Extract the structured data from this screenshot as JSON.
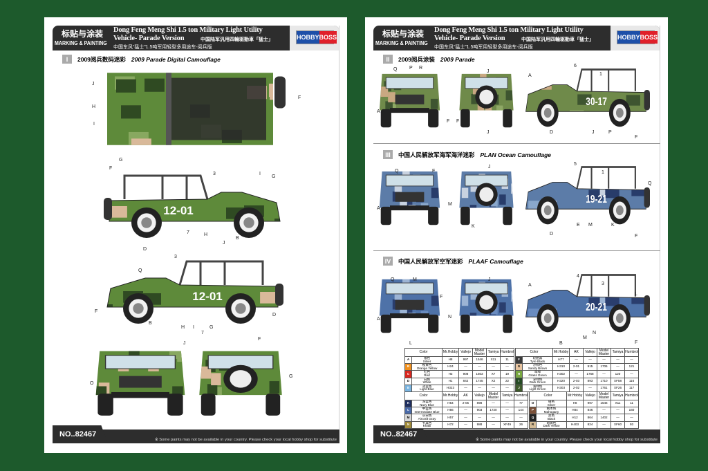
{
  "header": {
    "cn_title": "标贴与涂装",
    "marking": "MARKING & PAINTING",
    "title_line1": "Dong Feng Meng Shi 1.5 ton Military Light Utility",
    "title_line2": "Vehicle- Parade Version",
    "cn_sub1": "中国陆军汎用四輪驱動車「猛士」",
    "cn_sub2": "中国东风“猛士”1.5吨军用轻型多用途车-阅兵版",
    "logo_hobby": "HOBBY",
    "logo_boss": "BOSS"
  },
  "footer": {
    "number": "NO..82467",
    "note": "※ Some paints may not be available in your country. Please check your local hobby shop for substitute"
  },
  "sections": [
    {
      "num": "I",
      "cn": "2009阅兵数码迷彩",
      "en": "2009 Parade Digital Camouflage"
    },
    {
      "num": "II",
      "cn": "2009阅兵涂装",
      "en": "2009 Parade"
    },
    {
      "num": "III",
      "cn": "中国人民解放军海军海洋迷彩",
      "en": "PLAN Ocean Camouflage"
    },
    {
      "num": "IV",
      "cn": "中国人民解放军空军迷彩",
      "en": "PLAAF Camouflage"
    }
  ],
  "vehicles": {
    "digital": {
      "number": "12-01",
      "colors": [
        "#5e8a3a",
        "#2f4a22",
        "#d9b99a",
        "#88a860"
      ],
      "callouts": [
        "J",
        "H",
        "I",
        "G",
        "F",
        "F",
        "3",
        "I",
        "G",
        "D",
        "7",
        "H",
        "B",
        "J",
        "Q",
        "3",
        "F",
        "B",
        "H",
        "I",
        "7",
        "G",
        "D",
        "J",
        "F",
        "O",
        "G"
      ]
    },
    "parade": {
      "number": "30-17",
      "colors": [
        "#6f8a4a",
        "#3e5530",
        "#c9a882",
        "#8fa866"
      ],
      "callouts": [
        "Q",
        "P",
        "R",
        "A",
        "J",
        "F",
        "J",
        "F",
        "A",
        "6",
        "1",
        "F",
        "D",
        "J",
        "P"
      ]
    },
    "ocean": {
      "number": "19-21",
      "colors": [
        "#5c7ca8",
        "#283c6a",
        "#c8d2e0",
        "#8aa8cc"
      ],
      "callouts": [
        "Q",
        "F",
        "J",
        "5",
        "1",
        "Q",
        "A",
        "M",
        "K",
        "D",
        "E",
        "M",
        "K",
        "F"
      ]
    },
    "plaaf": {
      "number": "20-21",
      "colors": [
        "#4e72a8",
        "#2a3e6e",
        "#9cb4d4",
        "#6a8cc0"
      ],
      "callouts": [
        "Q",
        "M",
        "J",
        "F",
        "A",
        "4",
        "3",
        "L",
        "A",
        "N",
        "L",
        "B",
        "M",
        "N",
        "F"
      ]
    }
  },
  "paint_table": {
    "headers": [
      "Color",
      "Mr.Hobby",
      "AK",
      "Vallejo",
      "Model Master",
      "Tamiya",
      "Humbrol"
    ],
    "top_left": [
      {
        "code": "A",
        "cn": "银色",
        "en": "Silver",
        "swatch": "#ffffff",
        "mrh": "H8",
        "vallejo": "997",
        "mm": "1546",
        "tamiya": "X11",
        "humbrol": "11"
      },
      {
        "code": "B",
        "cn": "橙黄色",
        "en": "Orange Yellow",
        "swatch": "#f0901e",
        "mrh": "H24",
        "vallejo": "—",
        "mm": "—",
        "tamiya": "—",
        "humbrol": "—"
      },
      {
        "code": "C",
        "cn": "红色",
        "en": "Red",
        "swatch": "#d8261e",
        "mrh": "H3",
        "vallejo": "908",
        "mm": "1503",
        "tamiya": "X7",
        "humbrol": "19"
      },
      {
        "code": "D",
        "cn": "白色",
        "en": "White",
        "swatch": "#ffffff",
        "mrh": "H1",
        "vallejo": "842",
        "mm": "1745",
        "tamiya": "X2",
        "humbrol": "22"
      },
      {
        "code": "E",
        "cn": "淡蓝色",
        "en": "Light Blue",
        "swatch": "#7ab4e0",
        "mrh": "H323",
        "vallejo": "—",
        "mm": "—",
        "tamiya": "—",
        "humbrol": "—"
      }
    ],
    "top_right": [
      {
        "code": "F",
        "cn": "轮胎黑",
        "en": "Tyre Black",
        "swatch": "#3a3a3a",
        "mrh": "H77",
        "ak": "—",
        "vallejo": "—",
        "mm": "—",
        "tamiya": "—",
        "humbrol": "—"
      },
      {
        "code": "G",
        "cn": "沙棕色",
        "en": "Sandy Brown",
        "swatch": "#e8c4a0",
        "mrh": "H310",
        "ak": "2-01",
        "vallejo": "915",
        "mm": "1706",
        "tamiya": "—",
        "humbrol": "121"
      },
      {
        "code": "H",
        "cn": "草绿",
        "en": "Grass Green",
        "swatch": "#78a840",
        "mrh": "H302",
        "ak": "—",
        "vallejo": "1768",
        "mm": "—",
        "tamiya": "120",
        "humbrol": "—"
      },
      {
        "code": "I",
        "cn": "深绿色",
        "en": "Dark Green",
        "swatch": "#254a24",
        "mrh": "H320",
        "ak": "2-03",
        "vallejo": "893",
        "mm": "1710",
        "tamiya": "XF58",
        "humbrol": "116"
      },
      {
        "code": "J",
        "cn": "浅绿色",
        "en": "Light Green",
        "swatch": "#3e5a2a",
        "mrh": "H303",
        "ak": "2-02",
        "vallejo": "—",
        "mm": "1761",
        "tamiya": "XF26",
        "humbrol": "117"
      }
    ],
    "bottom_left": [
      {
        "code": "K",
        "cn": "深蓝色",
        "en": "Navy Blue",
        "swatch": "#1e2e5e",
        "mrh": "H54",
        "ak": "2-05",
        "vallejo": "898",
        "mm": "—",
        "tamiya": "—",
        "humbrol": "77"
      },
      {
        "code": "L",
        "cn": "中蓝色",
        "en": "Intermediate Blue",
        "swatch": "#4a6aa8",
        "mrh": "H56",
        "ak": "—",
        "vallejo": "903",
        "mm": "1720",
        "tamiya": "—",
        "humbrol": "144"
      },
      {
        "code": "M",
        "cn": "灰白色",
        "en": "Aircraft Gray",
        "swatch": "#d8d8d8",
        "mrh": "H57",
        "ak": "—",
        "vallejo": "—",
        "mm": "—",
        "tamiya": "—",
        "humbrol": "—"
      },
      {
        "code": "N",
        "cn": "卡其色",
        "en": "Khaki",
        "swatch": "#a08a3a",
        "mrh": "H72",
        "ak": "—",
        "vallejo": "988",
        "mm": "—",
        "tamiya": "XF49",
        "humbrol": "26"
      }
    ],
    "bottom_right": [
      {
        "code": "O",
        "cn": "银色",
        "en": "Silver",
        "swatch": "#ffffff",
        "mrh": "H8",
        "vallejo": "997",
        "mm": "1546",
        "tamiya": "X11",
        "humbrol": "11"
      },
      {
        "code": "P",
        "cn": "桃木色",
        "en": "Mahogany",
        "swatch": "#7a5038",
        "mrh": "H84",
        "vallejo": "846",
        "mm": "—",
        "tamiya": "—",
        "humbrol": "160"
      },
      {
        "code": "Q",
        "cn": "黑色",
        "en": "Black",
        "swatch": "#222222",
        "mrh": "H12",
        "vallejo": "864",
        "mm": "1402",
        "tamiya": "—",
        "humbrol": "—"
      },
      {
        "code": "R",
        "cn": "暗黄色",
        "en": "Dark Yellow",
        "swatch": "#d4bc96",
        "mrh": "H403",
        "vallejo": "824",
        "mm": "—",
        "tamiya": "XF60",
        "humbrol": "93"
      }
    ]
  }
}
